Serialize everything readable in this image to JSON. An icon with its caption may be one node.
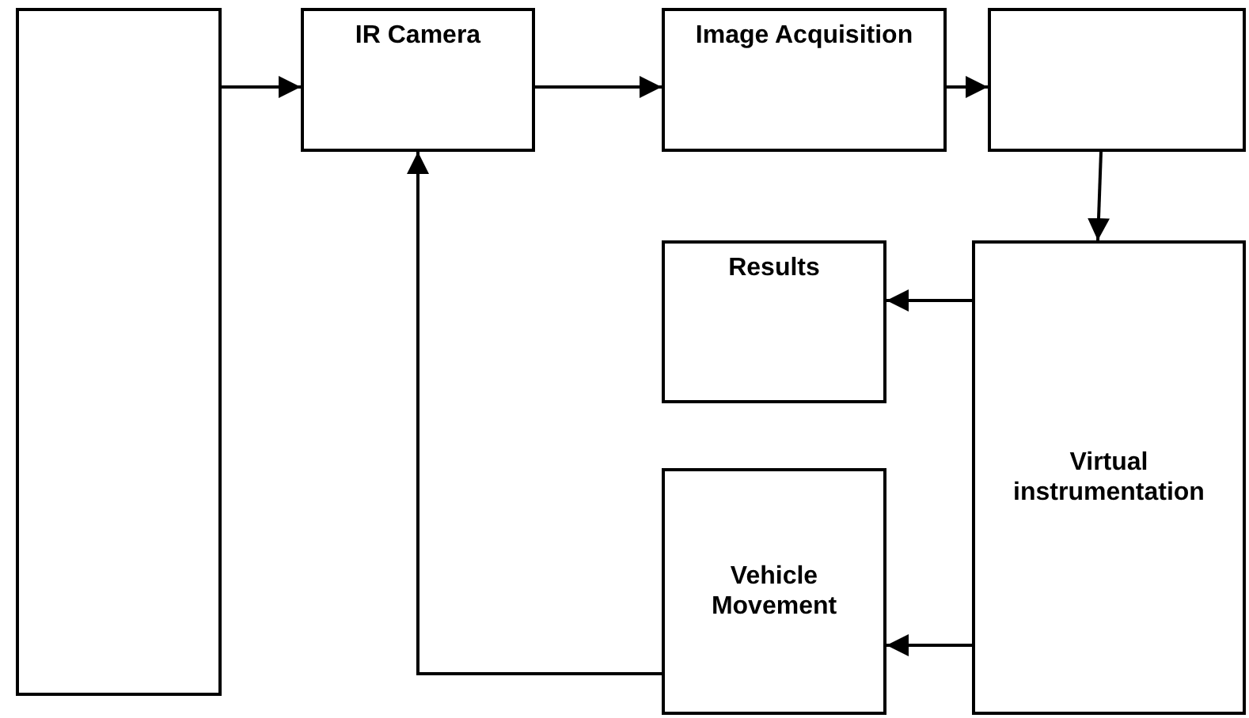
{
  "diagram": {
    "nodes": [
      {
        "text": [],
        "shape": "box"
      },
      {
        "text": [
          "IR Camera"
        ]
      },
      {
        "text": [
          "Image Acquisition"
        ]
      },
      {
        "text": [],
        "shape": "box"
      },
      {
        "text": [
          "Results"
        ]
      },
      {
        "text": [
          "Virtual instrumentation"
        ]
      },
      {
        "text": [
          "Vehicle Movement"
        ]
      }
    ],
    "edges": [
      {
        "from": 0,
        "to": 1,
        "arrow": "to"
      },
      {
        "from": 1,
        "to": 2,
        "arrow": "to"
      },
      {
        "from": 2,
        "to": 3,
        "arrow": "to"
      },
      {
        "from": 3,
        "to": 5,
        "arrow": "to"
      },
      {
        "from": 5,
        "to": 4,
        "arrow": "to"
      },
      {
        "from": 5,
        "to": 6,
        "arrow": "to"
      },
      {
        "from": 6,
        "to": 1,
        "arrow": "to"
      }
    ]
  }
}
